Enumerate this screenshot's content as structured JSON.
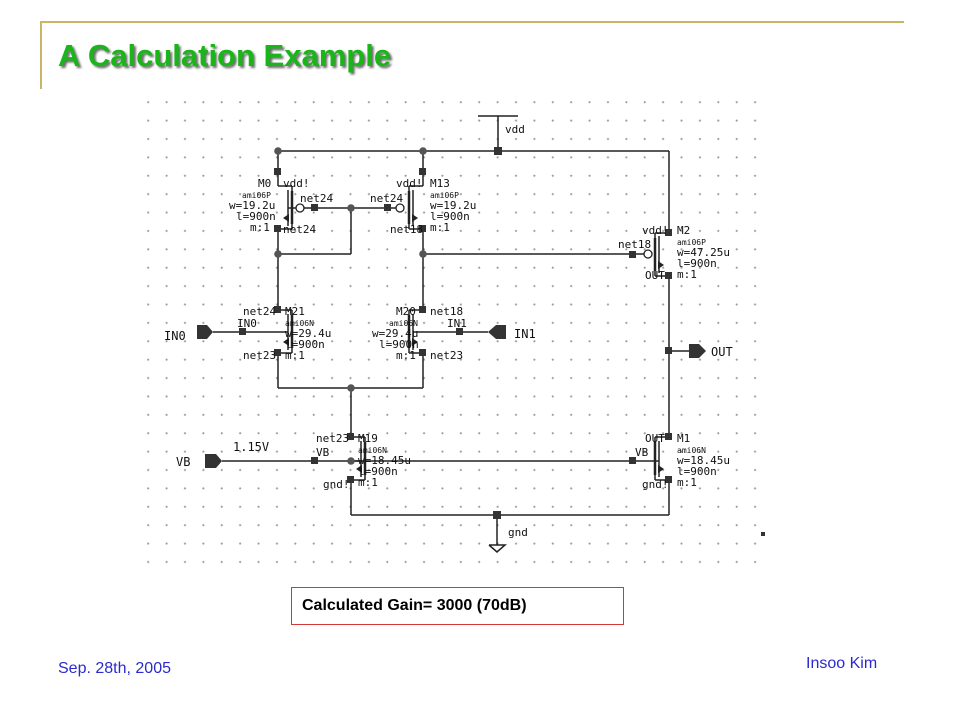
{
  "slide": {
    "title": "A Calculation Example",
    "gain_text": "Calculated Gain= 3000 (70dB)",
    "date": "Sep. 28th, 2005",
    "author": "Insoo Kim"
  },
  "schematic": {
    "rails": {
      "vdd": "vdd",
      "gnd": "gnd"
    },
    "pins": {
      "in0": "IN0",
      "in1": "IN1",
      "out": "OUT",
      "vb": "VB",
      "vb_value": "1.15V"
    },
    "transistors": {
      "m0": {
        "name": "M0",
        "model": "ami06P",
        "w": "w=19.2u",
        "l": "l=900n",
        "m": "m:1",
        "top": "vdd!",
        "gate": "net24",
        "bottom": "net24"
      },
      "m13": {
        "name": "M13",
        "model": "ami06P",
        "w": "w=19.2u",
        "l": "l=900n",
        "m": "m:1",
        "top": "vdd!",
        "gate": "net24",
        "bottom": "net18"
      },
      "m2": {
        "name": "M2",
        "model": "ami06P",
        "w": "w=47.25u",
        "l": "l=900n",
        "m": "m:1",
        "top": "vdd!",
        "gate": "net18",
        "bottom": "OUT"
      },
      "m21": {
        "name": "M21",
        "model": "ami06N",
        "w": "w=29.4u",
        "l": "l=900n",
        "m": "m:1",
        "top": "net24",
        "gate": "IN0",
        "bottom": "net23"
      },
      "m20": {
        "name": "M20",
        "model": "ami06N",
        "w": "w=29.4u",
        "l": "l=900n",
        "m": "m:1",
        "top": "net18",
        "gate": "IN1",
        "bottom": "net23"
      },
      "m19": {
        "name": "M19",
        "model": "ami06N",
        "w": "w=18.45u",
        "l": "l=900n",
        "m": "m:1",
        "top": "net23",
        "gate": "VB",
        "bottom": "gnd!"
      },
      "m1": {
        "name": "M1",
        "model": "ami06N",
        "w": "w=18.45u",
        "l": "l=900n",
        "m": "m:1",
        "top": "OUT",
        "gate": "VB",
        "bottom": "gnd!"
      }
    }
  }
}
